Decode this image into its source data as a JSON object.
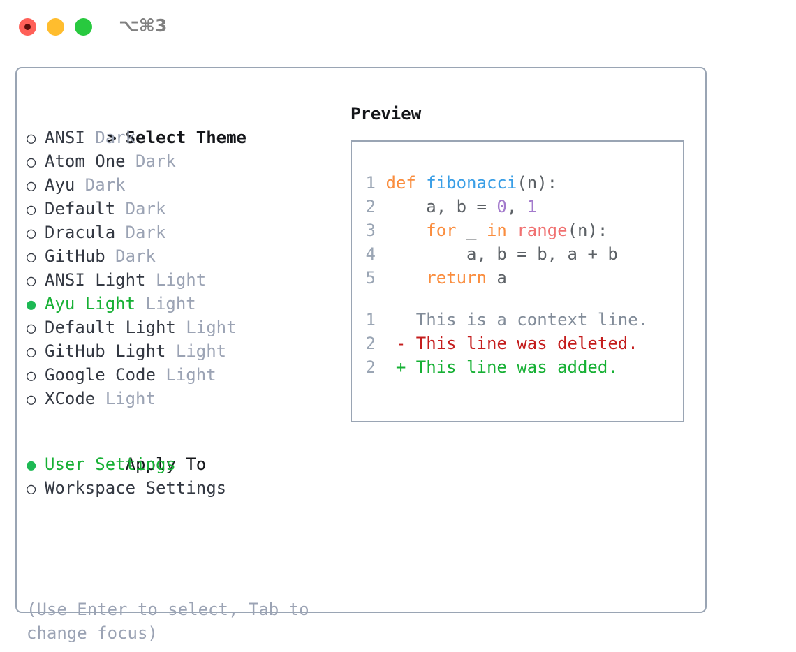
{
  "titlebar": {
    "shortcut": "⌥⌘3",
    "buttons": [
      "close",
      "minimize",
      "zoom"
    ]
  },
  "left": {
    "header": {
      "marker": ">",
      "label": "Select Theme"
    },
    "themes": [
      {
        "marker": "○",
        "label": "ANSI",
        "tag": "Dark",
        "selected": false
      },
      {
        "marker": "○",
        "label": "Atom One",
        "tag": "Dark",
        "selected": false
      },
      {
        "marker": "○",
        "label": "Ayu",
        "tag": "Dark",
        "selected": false
      },
      {
        "marker": "○",
        "label": "Default",
        "tag": "Dark",
        "selected": false
      },
      {
        "marker": "○",
        "label": "Dracula",
        "tag": "Dark",
        "selected": false
      },
      {
        "marker": "○",
        "label": "GitHub",
        "tag": "Dark",
        "selected": false
      },
      {
        "marker": "○",
        "label": "ANSI Light",
        "tag": "Light",
        "selected": false
      },
      {
        "marker": "●",
        "label": "Ayu Light",
        "tag": "Light",
        "selected": true
      },
      {
        "marker": "○",
        "label": "Default Light",
        "tag": "Light",
        "selected": false
      },
      {
        "marker": "○",
        "label": "GitHub Light",
        "tag": "Light",
        "selected": false
      },
      {
        "marker": "○",
        "label": "Google Code",
        "tag": "Light",
        "selected": false
      },
      {
        "marker": "○",
        "label": "XCode",
        "tag": "Light",
        "selected": false
      }
    ],
    "apply_to": {
      "header": "Apply To",
      "options": [
        {
          "marker": "●",
          "label": "User Settings",
          "selected": true
        },
        {
          "marker": "○",
          "label": "Workspace Settings",
          "selected": false
        }
      ]
    },
    "hint": "(Use Enter to select, Tab to change focus)"
  },
  "right": {
    "title": "Preview",
    "code": [
      {
        "no": "1",
        "tokens": [
          {
            "t": "def ",
            "c": "kw"
          },
          {
            "t": "fibonacci",
            "c": "fn"
          },
          {
            "t": "(n):",
            "c": "punc"
          }
        ]
      },
      {
        "no": "2",
        "tokens": [
          {
            "t": "    a, b = ",
            "c": "txt"
          },
          {
            "t": "0",
            "c": "num"
          },
          {
            "t": ", ",
            "c": "txt"
          },
          {
            "t": "1",
            "c": "num"
          }
        ]
      },
      {
        "no": "3",
        "tokens": [
          {
            "t": "    ",
            "c": "txt"
          },
          {
            "t": "for",
            "c": "kw"
          },
          {
            "t": " _ ",
            "c": "txt"
          },
          {
            "t": "in",
            "c": "kw"
          },
          {
            "t": " ",
            "c": "txt"
          },
          {
            "t": "range",
            "c": "call"
          },
          {
            "t": "(n):",
            "c": "punc"
          }
        ]
      },
      {
        "no": "4",
        "tokens": [
          {
            "t": "        a, b = b, a + b",
            "c": "txt"
          }
        ]
      },
      {
        "no": "5",
        "tokens": [
          {
            "t": "    ",
            "c": "txt"
          },
          {
            "t": "return",
            "c": "kw"
          },
          {
            "t": " a",
            "c": "txt"
          }
        ]
      }
    ],
    "diff": [
      {
        "no": "1",
        "sign": " ",
        "text": "This is a context line.",
        "kind": "ctx"
      },
      {
        "no": "2",
        "sign": "-",
        "text": "This line was deleted.",
        "kind": "del"
      },
      {
        "no": "2",
        "sign": "+",
        "text": "This line was added.",
        "kind": "add"
      }
    ]
  },
  "colors": {
    "accent_green": "#16b034",
    "border": "#9aa5b4",
    "muted": "#9ba3b4",
    "text": "#333842",
    "keyword": "#fa8d3e",
    "function": "#399ee6",
    "call": "#f07171",
    "number": "#a37acc",
    "diff_add": "#16b034",
    "diff_del": "#c41d1d",
    "diff_ctx": "#828c99"
  }
}
